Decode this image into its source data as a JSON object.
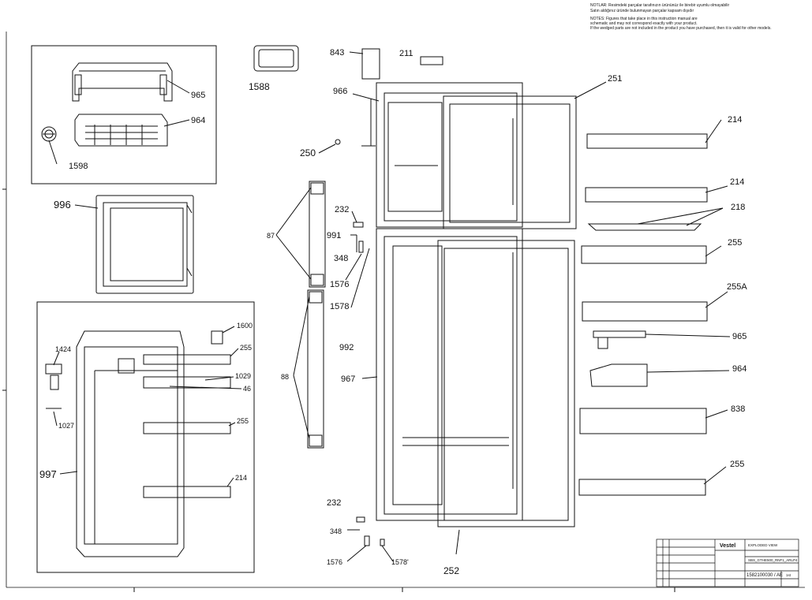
{
  "notes": {
    "line1": "NOTLAR: Resimdeki parçalar tarafınızın ürününüz ile birebir uyumlu olmayabilir",
    "line2": "Satın aldığınız üründe bulunmayan parçalar kapsam dışıdır",
    "line3": "NOTES: Figures that take place in this instruction manual are",
    "line4": "schematic and may not correspond exactly with your product.",
    "line5": "If the wedged parts are not included in the product you have purchased, then it is valid for other models."
  },
  "labels": {
    "l965a": "965",
    "l964a": "964",
    "l1598": "1598",
    "l1588": "1588",
    "l843": "843",
    "l211": "211",
    "l966": "966",
    "l250": "250",
    "l251": "251",
    "l996": "996",
    "l87": "87",
    "l991": "991",
    "l232a": "232",
    "l348a": "348",
    "l1576a": "1576",
    "l1578a": "1578",
    "l992": "992",
    "l88": "88",
    "l967": "967",
    "l1600": "1600",
    "l1424": "1424",
    "l255a": "255",
    "l1029": "1029",
    "l46": "46",
    "l1027": "1027",
    "l255b": "255",
    "l997": "997",
    "l214a": "214",
    "l232b": "232",
    "l348b": "348",
    "l1576b": "1576",
    "l1578b": "1578'",
    "l252": "252",
    "l214b": "214",
    "l214c": "214",
    "l218": "218",
    "l255c": "255",
    "l255A": "255A",
    "l965b": "965",
    "l964b": "964",
    "l838": "838",
    "l255d": "255"
  },
  "title_block": {
    "logo": "Vestel",
    "code1": "EXPLODED VIEW",
    "model": "SBS_GTHE500_RNF1_ARLP4",
    "doc_no": "1582100030 / AE",
    "rev": "1st"
  }
}
